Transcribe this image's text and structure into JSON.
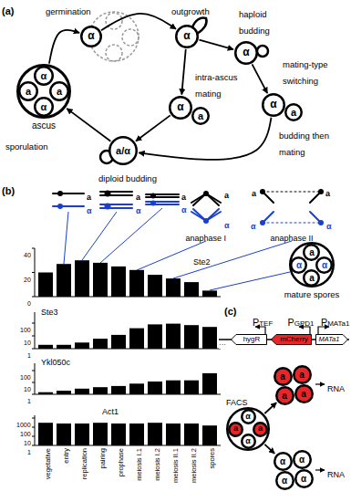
{
  "diagram": {
    "nodes": [
      {
        "text": [
          "ascus"
        ]
      },
      {
        "text": [
          "α"
        ],
        "in": 0
      },
      {
        "text": [
          "a"
        ],
        "in": 0
      },
      {
        "text": [
          "a"
        ],
        "in": 0
      },
      {
        "text": [
          "α"
        ],
        "in": 0
      },
      {
        "text": [
          "α"
        ]
      },
      {
        "text": [
          "α"
        ]
      },
      {
        "text": [
          "α"
        ]
      },
      {
        "text": [
          "α"
        ]
      },
      {
        "text": [
          "a"
        ]
      },
      {
        "text": [
          "α"
        ]
      },
      {
        "text": [
          "a"
        ]
      },
      {
        "text": [
          "a/α"
        ]
      },
      {
        "text": [
          "mature spores"
        ]
      },
      {
        "text": [
          "a"
        ],
        "in": 13
      },
      {
        "text": [
          "α"
        ],
        "in": 13
      },
      {
        "text": [
          "α"
        ],
        "in": 13
      },
      {
        "text": [
          "a"
        ],
        "in": 13
      },
      {
        "text": [
          "hygR"
        ]
      },
      {
        "text": [
          "mCherry"
        ]
      },
      {
        "text": [
          "MATa1"
        ]
      },
      {
        "text": []
      },
      {
        "text": [
          "α"
        ],
        "in": 21
      },
      {
        "text": [
          "a"
        ],
        "in": 21
      },
      {
        "text": [
          "a"
        ],
        "in": 21
      },
      {
        "text": [
          "α"
        ],
        "in": 21
      },
      {
        "text": [
          "a"
        ]
      },
      {
        "text": [
          "a"
        ]
      },
      {
        "text": [
          "a"
        ]
      },
      {
        "text": [
          "a"
        ]
      },
      {
        "text": [
          "α"
        ]
      },
      {
        "text": [
          "α"
        ]
      },
      {
        "text": [
          "α"
        ]
      },
      {
        "text": [
          "α"
        ]
      }
    ],
    "edges": [
      {
        "from": 0,
        "to": 5,
        "arrow": "to"
      },
      {
        "from": 5,
        "to": 6,
        "arrow": "to"
      },
      {
        "from": 6,
        "to": 7,
        "arrow": "to"
      },
      {
        "from": 7,
        "to": 8,
        "arrow": "to"
      },
      {
        "from": 6,
        "to": 10,
        "arrow": "to"
      },
      {
        "from": 10,
        "to": 12,
        "arrow": "to"
      },
      {
        "from": 8,
        "to": 12,
        "arrow": "to"
      },
      {
        "from": 12,
        "to": 0,
        "arrow": "to"
      },
      {
        "from": 21,
        "to": 28,
        "arrow": "to"
      },
      {
        "from": 21,
        "to": 30,
        "arrow": "to"
      }
    ],
    "labels": [
      "(a)",
      "germination",
      "outgrowth",
      "haploid budding",
      "mating-type switching",
      "intra-ascus mating",
      "budding then mating",
      "sporulation",
      "diploid budding",
      "(b)",
      "a",
      "α",
      "a",
      "α",
      "a",
      "α",
      "a",
      "α",
      "a",
      "a",
      "α",
      "α",
      "anaphase I",
      "anaphase II",
      "Ste2",
      "40",
      "20",
      "0",
      "Ste3",
      "100",
      "10",
      "1",
      "Ykl050c",
      "100",
      "10",
      "1",
      "Act1",
      "1000",
      "100",
      "10",
      "1",
      "vegetative",
      "entry",
      "replication",
      "pairing",
      "prophase",
      "meiosis I.1",
      "meiosis I.2",
      "meiosis II.1",
      "meiosis II.2",
      "spores",
      "(c)",
      "···",
      "PTEF",
      "PGPD1",
      "PMATa1",
      "FACS",
      "RNA",
      "RNA"
    ]
  }
}
